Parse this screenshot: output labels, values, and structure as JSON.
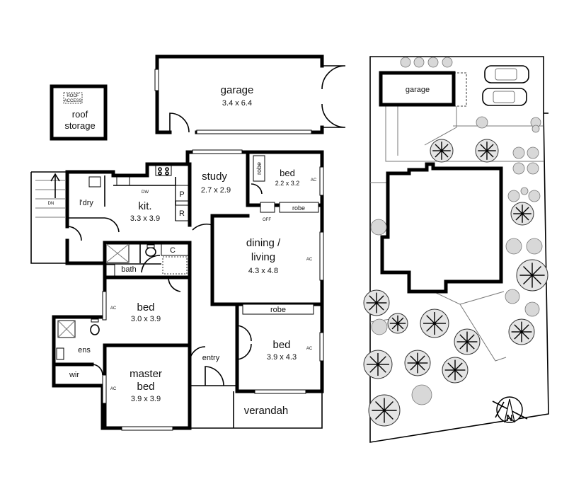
{
  "floor_plan": {
    "roof_storage": {
      "label_line1": "roof",
      "label_line2": "storage",
      "access_line1": "ROOF",
      "access_line2": "ACCESS"
    },
    "garage": {
      "name": "garage",
      "size": "3.4 x 6.4"
    },
    "study": {
      "name": "study",
      "size": "2.7 x 2.9"
    },
    "bed2": {
      "name": "bed",
      "size": "2.2 x 3.2",
      "ac": "AC"
    },
    "kitchen": {
      "name": "kit.",
      "size": "3.3 x 3.9",
      "dw": "DW",
      "pantry": "P",
      "fridge": "R"
    },
    "laundry": {
      "name": "l'dry"
    },
    "stairs": {
      "label": "DN"
    },
    "dining_living": {
      "name_line1": "dining /",
      "name_line2": "living",
      "size": "4.3 x 4.8",
      "ac": "AC"
    },
    "robe_small": {
      "label": "robe"
    },
    "robe_right": {
      "label": "robe"
    },
    "off": {
      "label": "OFF"
    },
    "bath": {
      "name": "bath"
    },
    "cupboard": {
      "label": "C"
    },
    "bed3": {
      "name": "bed",
      "size": "3.0 x 3.9",
      "ac": "AC"
    },
    "robe_center": {
      "label": "robe"
    },
    "bed4": {
      "name": "bed",
      "size": "3.9 x 4.3",
      "ac": "AC"
    },
    "ensuite": {
      "name": "ens"
    },
    "wir": {
      "name": "wir"
    },
    "master": {
      "name_line1": "master",
      "name_line2": "bed",
      "size": "3.9 x 3.9",
      "ac": "AC"
    },
    "entry": {
      "name": "entry"
    },
    "verandah": {
      "name": "verandah"
    }
  },
  "site_plan": {
    "garage": {
      "name": "garage"
    },
    "north": {
      "label": "N"
    }
  }
}
